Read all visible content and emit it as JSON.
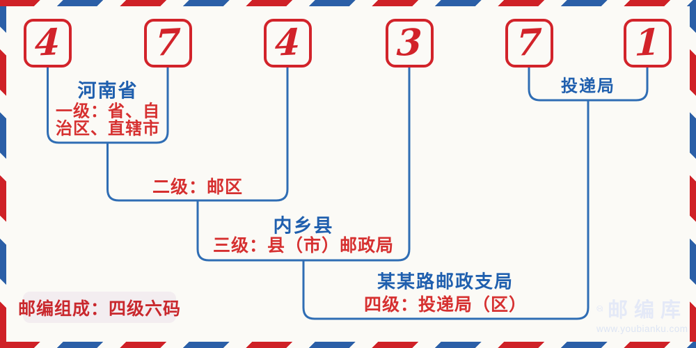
{
  "postal_code": {
    "digits": [
      "4",
      "7",
      "4",
      "3",
      "7",
      "1"
    ]
  },
  "annotations": {
    "level1": {
      "place": "河南省",
      "desc_line1": "一级：省、自",
      "desc_line2": "治区、直辖市"
    },
    "level2": {
      "desc": "二级：邮区"
    },
    "level3": {
      "place": "内乡县",
      "desc": "三级：县（市）邮政局"
    },
    "level4": {
      "place": "某某路邮政支局",
      "desc": "四级：投递局（区）"
    },
    "delivery": {
      "label": "投递局"
    }
  },
  "badge": {
    "label": "邮编组成：四级六码"
  },
  "watermark": {
    "brand": "邮编库",
    "url": "www.youbianku.com",
    "icon": "envelope-in-circle-icon"
  },
  "colors": {
    "stripe_red": "#cf2127",
    "stripe_blue": "#2b5fa7",
    "digit_red": "#d2232a",
    "text_red": "#d63030",
    "text_blue": "#1f5fae",
    "line_blue": "#2f6db4",
    "background": "#fbfaf6",
    "badge_background": "#f3edf0",
    "watermark_tint": "#e4e9f7"
  }
}
